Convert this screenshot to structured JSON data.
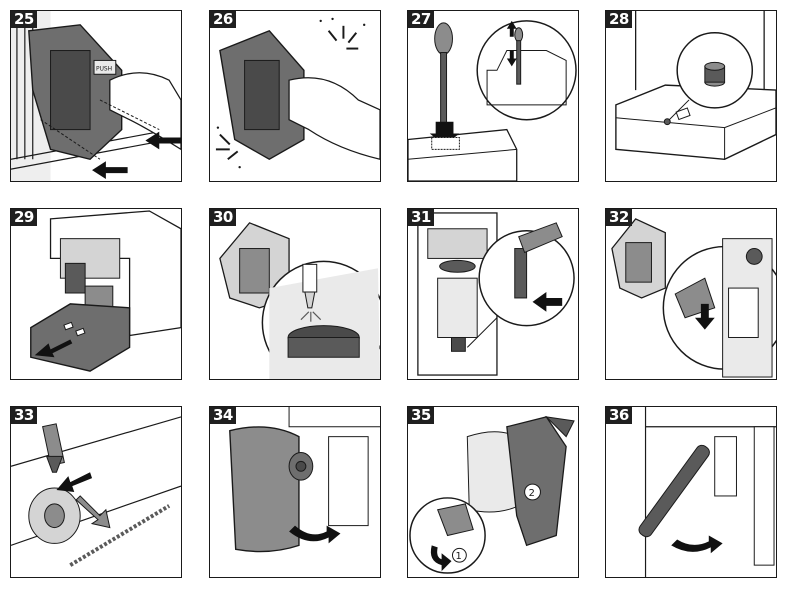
{
  "panels": [
    {
      "number": "25"
    },
    {
      "number": "26"
    },
    {
      "number": "27"
    },
    {
      "number": "28"
    },
    {
      "number": "29"
    },
    {
      "number": "30"
    },
    {
      "number": "31"
    },
    {
      "number": "32"
    },
    {
      "number": "33"
    },
    {
      "number": "34"
    },
    {
      "number": "35"
    },
    {
      "number": "36"
    }
  ],
  "callouts": {
    "panel35_step1": "1",
    "panel35_step2": "2",
    "panel25_brew_unit_text": "PUSH"
  },
  "colors": {
    "line": "#1a1a1a",
    "gray_dark": "#5a5a5a",
    "gray_mid": "#8c8c8c",
    "gray_light": "#d4d4d4",
    "arrow": "#111111"
  }
}
